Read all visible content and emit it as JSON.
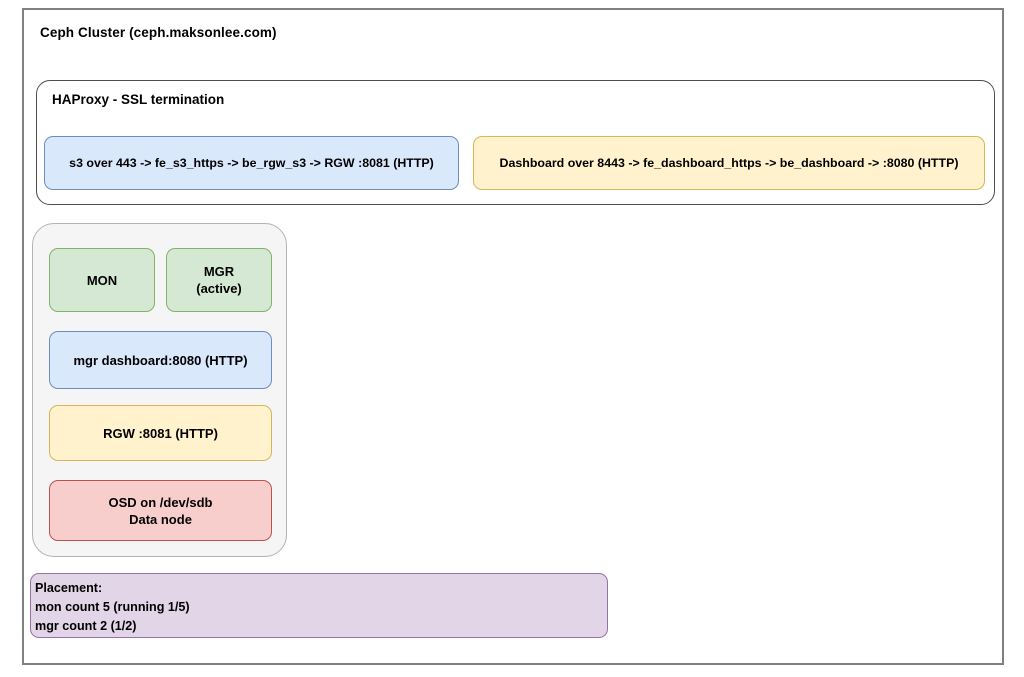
{
  "cluster": {
    "title": "Ceph Cluster (ceph.maksonlee.com)"
  },
  "haproxy": {
    "title": "HAProxy - SSL termination",
    "flows": [
      {
        "name": "s3-flow",
        "label": "s3 over 443 -> fe_s3_https -> be_rgw_s3 -> RGW :8081 (HTTP)",
        "fill": "#dae8fc",
        "stroke": "#6c8ebf"
      },
      {
        "name": "dashboard-flow",
        "label": "Dashboard over 8443 -> fe_dashboard_https -> be_dashboard -> :8080 (HTTP)",
        "fill": "#fff2cc",
        "stroke": "#d6b656"
      }
    ]
  },
  "node": {
    "mon": {
      "label": "MON",
      "fill": "#d5e8d4",
      "stroke": "#82b366"
    },
    "mgr": {
      "line1": "MGR",
      "line2": "(active)",
      "fill": "#d5e8d4",
      "stroke": "#82b366"
    },
    "mgr_dashboard": {
      "label": "mgr dashboard:8080 (HTTP)",
      "fill": "#dae8fc",
      "stroke": "#6c8ebf"
    },
    "rgw": {
      "label": "RGW :8081 (HTTP)",
      "fill": "#fff2cc",
      "stroke": "#d6b656"
    },
    "osd": {
      "line1": "OSD on /dev/sdb",
      "line2": "Data node",
      "fill": "#f8cecc",
      "stroke": "#b85450"
    }
  },
  "placement": {
    "line1": "Placement:",
    "line2": "mon count 5 (running 1/5)",
    "line3": "mgr count 2 (1/2)",
    "fill": "#e1d5e7",
    "stroke": "#9673a6"
  }
}
